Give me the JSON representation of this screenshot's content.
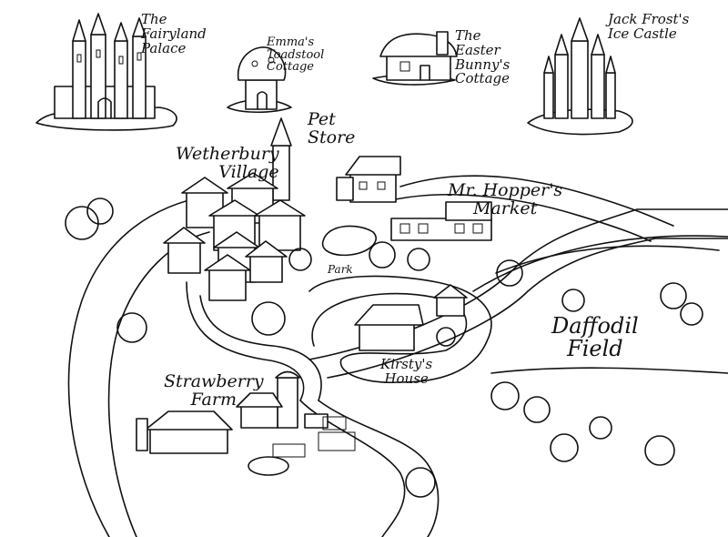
{
  "map": {
    "labels": {
      "fairyland_palace": "The\nFairyland\nPalace",
      "emmas_cottage": "Emma's\nToadstool\nCottage",
      "easter_bunny": "The\nEaster\nBunny's\nCottage",
      "ice_castle": "Jack Frost's\nIce Castle",
      "pet_store": "Pet\nStore",
      "wetherbury": "Wetherbury\nVillage",
      "hoppers_market": "Mr. Hopper's\nMarket",
      "park": "Park",
      "kirstys_house": "Kirsty's\nHouse",
      "daffodil_field": "Daffodil\nField",
      "strawberry_farm": "Strawberry\nFarm"
    }
  }
}
